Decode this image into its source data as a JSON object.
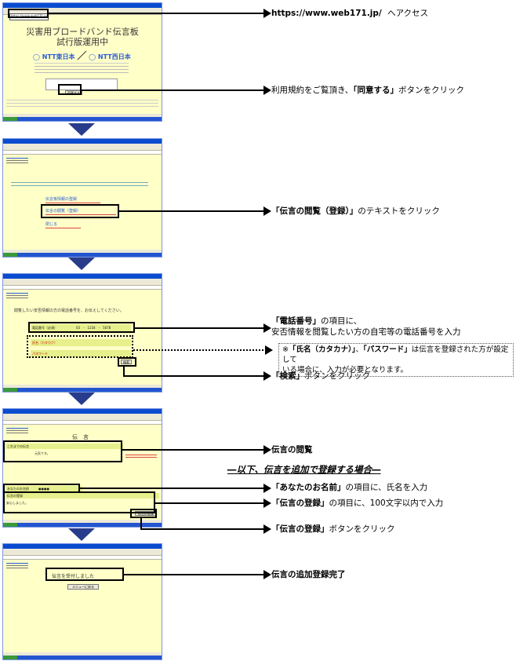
{
  "screen1": {
    "url": "https://www.web171.jp/",
    "title_line1": "災害用ブロードバンド伝言板",
    "title_line2": "試行版運用中",
    "logo_east": "NTT東日本",
    "logo_west": "NTT西日本",
    "agree_button": "同意する"
  },
  "screen2": {
    "menu_register": "伝言板情報の登録",
    "menu_view": "伝言の閲覧（登録）",
    "menu_close": "閉じる"
  },
  "screen3": {
    "intro": "閲覧したい安否情報の方の電話番号を、お伝えしてください。",
    "phone_label": "電話番号（必須）",
    "phone_value": "03　-　1234　-　5678",
    "name_label": "氏名（カタカナ）",
    "password_label": "パスワード",
    "search_button": "検索"
  },
  "screen4": {
    "heading": "伝　言",
    "history_label": "これまでの伝言",
    "history_message": "元気です。",
    "your_name_label": "あなたのお名前",
    "your_name_value": "●●●●",
    "register_label": "伝言の登録",
    "register_text": "安心しました。",
    "register_button": "伝言の登録"
  },
  "screen5": {
    "received_message": "伝言を受付しました",
    "menu_button": "メニューに戻る"
  },
  "steps": {
    "step1_url": "https://www.web171.jp/",
    "step1_suffix": "へアクセス",
    "step2_prefix": "利用規約をご覧頂き、",
    "step2_bold": "「同意する」",
    "step2_suffix": "ボタンをクリック",
    "step3_bold": "「伝言の閲覧（登録）」",
    "step3_suffix": "のテキストをクリック",
    "step4_bold": "「電話番号」",
    "step4_line1_suffix": "の項目に、",
    "step4_line2": "安否情報を閲覧したい方の自宅等の電話番号を入力",
    "note_mark": "※",
    "note_bold1": "「氏名（カタカナ）」",
    "note_mid": "「パスワード」",
    "note_rest": "は伝言を登録された方が設定して",
    "note_line2": "いる場合に、入力が必要となります。",
    "step5_bold": "「検索」",
    "step5_suffix": "ボタンをクリック",
    "step6": "伝言の閲覧",
    "section_heading": "―以下、伝言を追加で登録する場合―",
    "step7_bold": "「あなたのお名前」",
    "step7_suffix": "の項目に、氏名を入力",
    "step8_bold": "「伝言の登録」",
    "step8_suffix": "の項目に、100文字以内で入力",
    "step9_bold": "「伝言の登録」",
    "step9_suffix": "ボタンをクリック",
    "step10": "伝言の追加登録完了"
  },
  "colors": {
    "page_bg": "#ffffc8",
    "arrow_down": "#283c8c",
    "field_highlight": "#e6f08c",
    "taskbar": "#2455d0"
  }
}
